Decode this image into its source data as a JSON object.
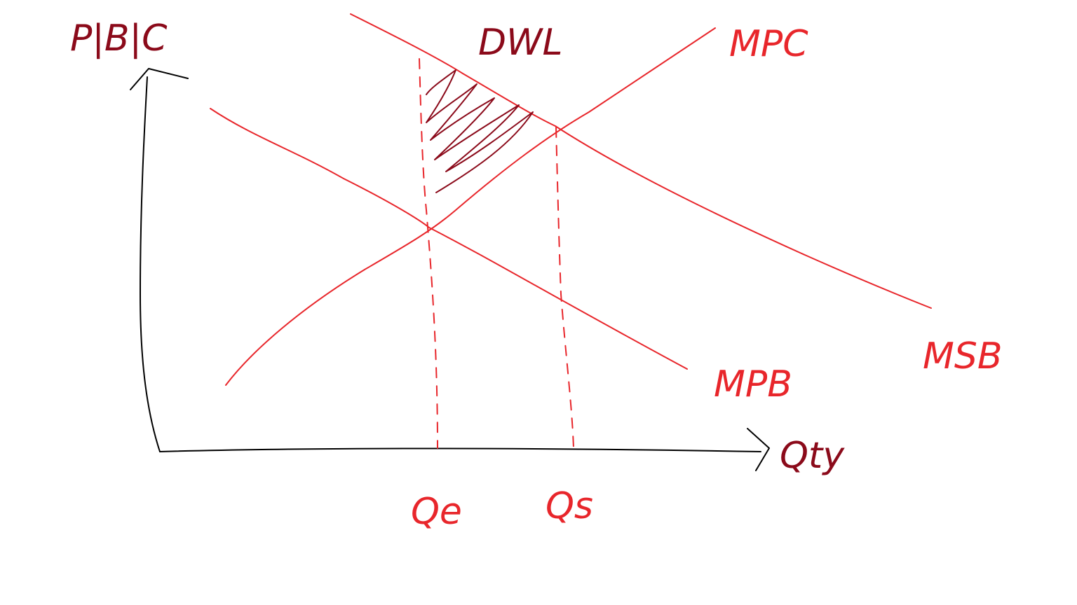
{
  "colors": {
    "axis": "#000000",
    "curve": "#e8262b",
    "label_dark": "#8b0a1a",
    "hatch": "#8b0a1a"
  },
  "labels": {
    "y_axis": "P|B|C",
    "x_axis": "Qty",
    "mpc": "MPC",
    "mpb": "MPB",
    "msb": "MSB",
    "dwl": "DWL",
    "qe": "Qe",
    "qs": "Qs"
  }
}
